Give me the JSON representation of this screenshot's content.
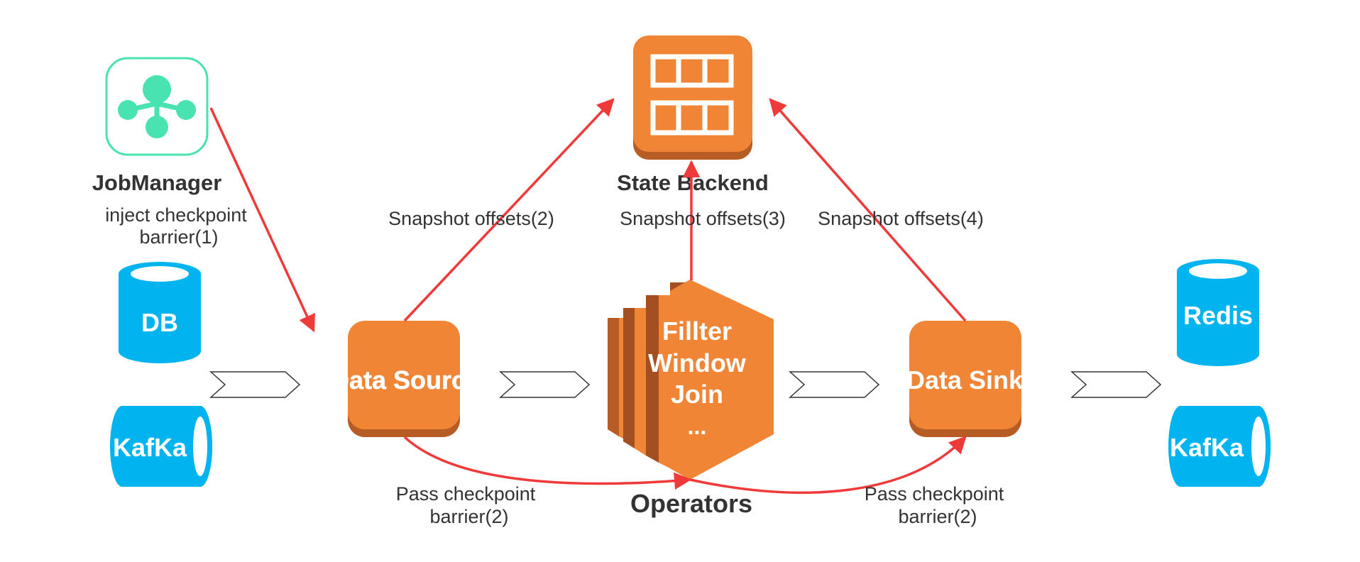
{
  "nodes": {
    "jobmanager": {
      "label": "JobManager"
    },
    "state_backend": {
      "label": "State Backend"
    },
    "operators": {
      "label": "Operators",
      "lines": [
        "Fillter",
        "Window",
        "Join",
        "..."
      ]
    },
    "data_source": {
      "label": "Data Source"
    },
    "data_sink": {
      "label": "Data Sink"
    },
    "db": {
      "label": "DB"
    },
    "kafka_left": {
      "label": "KafKa"
    },
    "redis": {
      "label": "Redis"
    },
    "kafka_right": {
      "label": "KafKa"
    }
  },
  "edges": {
    "inject": {
      "line1": "inject checkpoint",
      "line2": "barrier(1)"
    },
    "snap2": {
      "label": "Snapshot offsets(2)"
    },
    "snap3": {
      "label": "Snapshot offsets(3)"
    },
    "snap4": {
      "label": "Snapshot offsets(4)"
    },
    "pass_left": {
      "line1": "Pass checkpoint",
      "line2": "barrier(2)"
    },
    "pass_right": {
      "line1": "Pass checkpoint",
      "line2": "barrier(2)"
    }
  },
  "colors": {
    "orange": "#F08536",
    "orange_dark": "#B65C25",
    "orange_side": "#A44F22",
    "cyan": "#00B4EF",
    "green": "#48E3B0",
    "arrow_red": "#F03A3A"
  },
  "icons": {
    "jobmanager": "network-hub-icon",
    "state_backend": "table-grid-icon",
    "operators": "stacked-compute-icon",
    "db": "database-cylinder-icon",
    "kafka": "horizontal-cylinder-icon",
    "flow": "chevron-arrow-icon"
  }
}
